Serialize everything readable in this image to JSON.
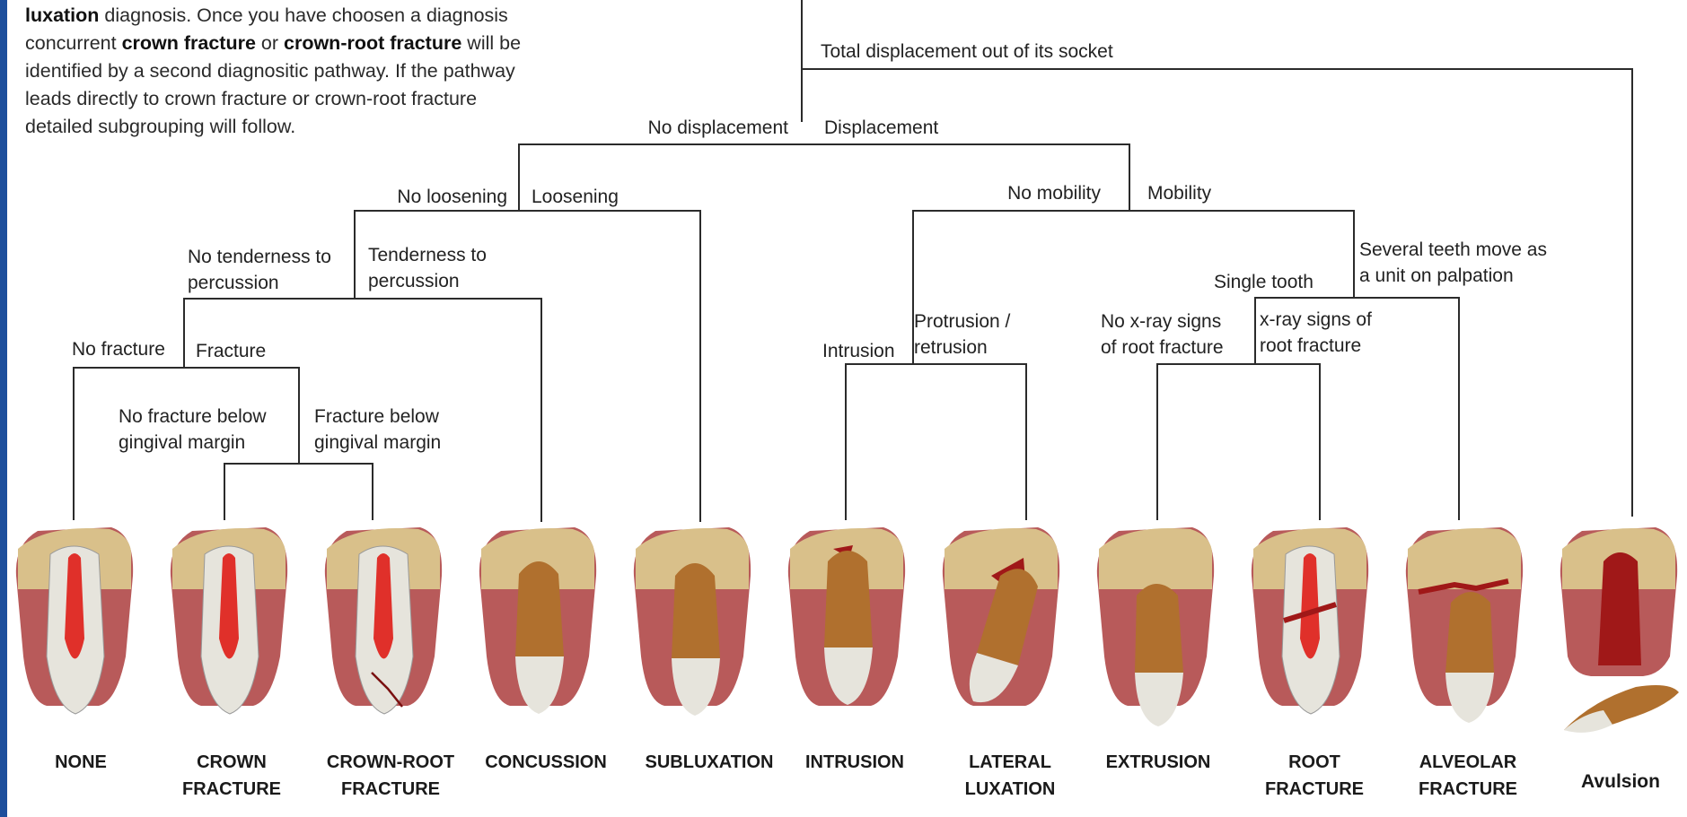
{
  "intro": {
    "line1_bold": "luxation",
    "line1_rest": " diagnosis. Once you have choosen a diagnosis",
    "line2_pre": "concurrent ",
    "line2_bold1": "crown fracture",
    "line2_mid": " or ",
    "line2_bold2": "crown-root fracture",
    "line2_post": " will be",
    "line3": "identified by a second diagnositic pathway. If the pathway",
    "line4": "leads directly to crown fracture or crown-root fracture",
    "line5": "detailed subgrouping will follow."
  },
  "labels": {
    "total_displacement": "Total displacement out of its socket",
    "no_displacement": "No displacement",
    "displacement": "Displacement",
    "no_loosening": "No loosening",
    "loosening": "Loosening",
    "no_mobility": "No mobility",
    "mobility": "Mobility",
    "no_tenderness_1": "No tenderness to",
    "no_tenderness_2": "percussion",
    "tenderness_1": "Tenderness to",
    "tenderness_2": "percussion",
    "several_teeth_1": "Several teeth move as",
    "several_teeth_2": "a unit on palpation",
    "single_tooth": "Single tooth",
    "no_fracture": "No fracture",
    "fracture": "Fracture",
    "intrusion": "Intrusion",
    "protrusion_1": "Protrusion /",
    "protrusion_2": "retrusion",
    "no_xray_1": "No x-ray signs",
    "no_xray_2": "of root fracture",
    "xray_1": "x-ray signs of",
    "xray_2": "root fracture",
    "no_fracture_below_1": "No fracture below",
    "no_fracture_below_2": "gingival margin",
    "fracture_below_1": "Fracture below",
    "fracture_below_2": "gingival margin"
  },
  "diagnoses": {
    "none": "NONE",
    "crown_1": "CROWN",
    "crown_2": "FRACTURE",
    "crown_root_1": "CROWN-ROOT",
    "crown_root_2": "FRACTURE",
    "concussion": "CONCUSSION",
    "subluxation": "SUBLUXATION",
    "intrusion": "INTRUSION",
    "lateral_1": "LATERAL",
    "lateral_2": "LUXATION",
    "extrusion": "EXTRUSION",
    "root_1": "ROOT",
    "root_2": "FRACTURE",
    "alveolar_1": "ALVEOLAR",
    "alveolar_2": "FRACTURE",
    "avulsion": "Avulsion"
  },
  "colors": {
    "line": "#2b2b2b",
    "bone": "#d9c08a",
    "gum": "#b85a5a",
    "pulp": "#e0302a",
    "tooth_brown": "#b0702e",
    "enamel": "#e6e4dc",
    "blood": "#a01818",
    "accent_bar": "#1d4f9c"
  },
  "icons": [
    "tooth-none",
    "tooth-crown-fracture",
    "tooth-crown-root-fracture",
    "tooth-concussion",
    "tooth-subluxation",
    "tooth-intrusion",
    "tooth-lateral-luxation",
    "tooth-extrusion",
    "tooth-root-fracture",
    "tooth-alveolar-fracture",
    "tooth-avulsion"
  ]
}
